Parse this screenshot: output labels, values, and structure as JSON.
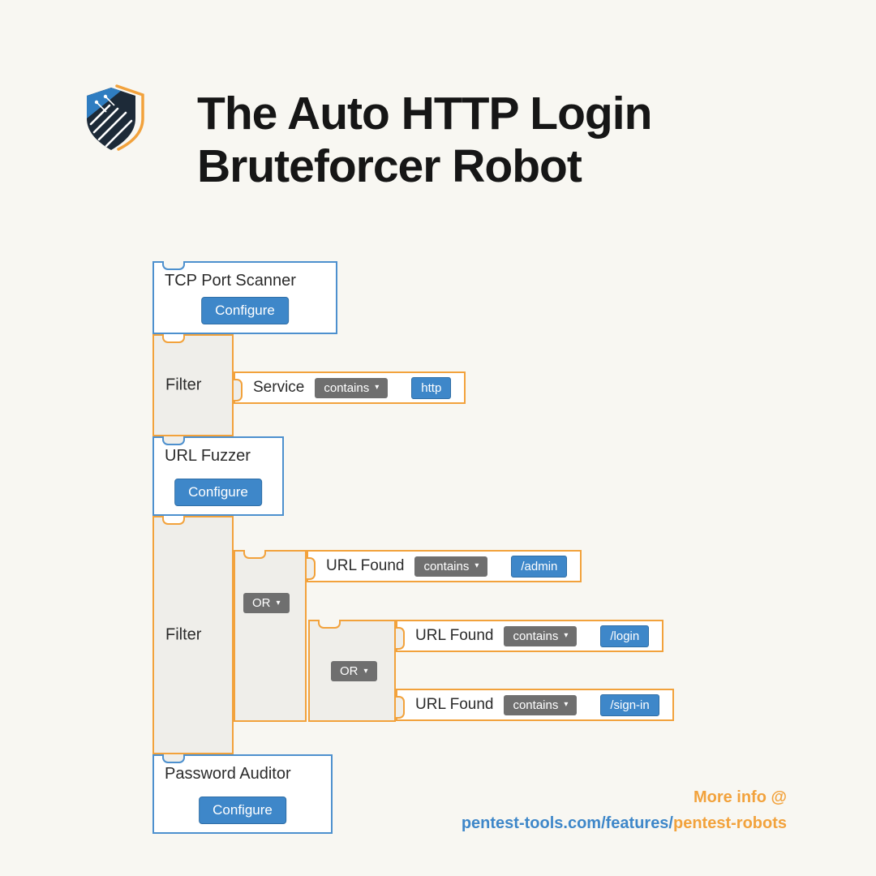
{
  "header": {
    "logo_name": "pentest-tools-shield-logo",
    "title_line1": "The Auto HTTP Login",
    "title_line2": "Bruteforcer Robot"
  },
  "icons": {
    "dropdown_caret": "▾"
  },
  "colors": {
    "background": "#f8f7f2",
    "tool_block_border": "#4d90ce",
    "filter_block_border": "#f2a23c",
    "filter_block_bg": "#efeeea",
    "primary_button_blue": "#3e87c9",
    "dropdown_chip_gray": "#6f6f6f",
    "title_text": "#161616",
    "accent_orange": "#f2a23c"
  },
  "diagram": {
    "tcp_scanner": {
      "label": "TCP Port Scanner",
      "configure_label": "Configure"
    },
    "filter_service": {
      "label": "Filter",
      "condition": {
        "field": "Service",
        "operator": "contains",
        "value": "http"
      }
    },
    "url_fuzzer": {
      "label": "URL Fuzzer",
      "configure_label": "Configure"
    },
    "filter_urls": {
      "label": "Filter",
      "or_operator": "OR",
      "condition_admin": {
        "field": "URL Found",
        "operator": "contains",
        "value": "/admin"
      },
      "nested_or_operator": "OR",
      "condition_login": {
        "field": "URL Found",
        "operator": "contains",
        "value": "/login"
      },
      "condition_signin": {
        "field": "URL Found",
        "operator": "contains",
        "value": "/sign-in"
      }
    },
    "password_auditor": {
      "label": "Password Auditor",
      "configure_label": "Configure"
    }
  },
  "footer": {
    "more_info": "More info @",
    "url_part_blue": "pentest-tools.com/features/",
    "url_part_orange": "pentest-robots"
  }
}
